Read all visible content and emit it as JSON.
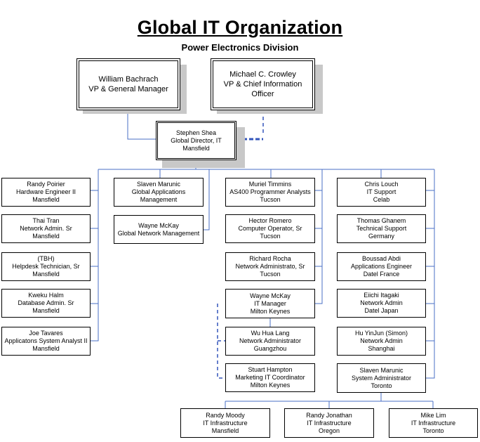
{
  "title": "Global IT Organization",
  "subtitle": "Power Electronics Division",
  "nodes": {
    "bachrach": [
      "William Bachrach",
      "VP & General Manager"
    ],
    "crowley": [
      "Michael C. Crowley",
      "VP & Chief Information",
      "Officer"
    ],
    "shea": [
      "Stephen Shea",
      "Global Director, IT",
      "Mansfield"
    ],
    "poirier": [
      "Randy Poirier",
      "Hardware Engineer II",
      "Mansfield"
    ],
    "tran": [
      "Thai Tran",
      "Network Admin. Sr",
      "Mansfield"
    ],
    "tbh": [
      "(TBH)",
      "Helpdesk Technician, Sr",
      "Mansfield"
    ],
    "halm": [
      "Kweku Halm",
      "Database Admin. Sr",
      "Mansfield"
    ],
    "tavares": [
      "Joe Tavares",
      "Applicatons System Analyst II",
      "Mansfield"
    ],
    "marunic_apps": [
      "Slaven Marunic",
      "Global Applications",
      "Management"
    ],
    "mckay_net": [
      "Wayne McKay",
      "Global Network Management"
    ],
    "timmins": [
      "Muriel Timmins",
      "AS400 Programmer Analysts",
      "Tucson"
    ],
    "romero": [
      "Hector Romero",
      "Computer Operator, Sr",
      "Tucson"
    ],
    "rocha": [
      "Richard Rocha",
      "Network Administrato, Sr",
      "Tucson"
    ],
    "mckay_itm": [
      "Wayne McKay",
      "IT Manager",
      "Milton Keynes"
    ],
    "lang": [
      "Wu Hua Lang",
      "Network Administrator",
      "Guangzhou"
    ],
    "hampton": [
      "Stuart Hampton",
      "Marketing IT Coordinator",
      "Milton Keynes"
    ],
    "louch": [
      "Chris Louch",
      "IT Support",
      "Celab"
    ],
    "ghanem": [
      "Thomas Ghanem",
      "Technical Support",
      "Germany"
    ],
    "abdi": [
      "Boussad Abdi",
      "Applications Engineer",
      "Datel France"
    ],
    "itagaki": [
      "Eiichi Itagaki",
      "Network Admin",
      "Datel Japan"
    ],
    "huyinjun": [
      "Hu YinJun (Simon)",
      "Network Admin",
      "Shanghai"
    ],
    "marunic_sys": [
      "Slaven Marunic",
      "System Administrator",
      "Toronto"
    ],
    "moody": [
      "Randy Moody",
      "IT Infrastructure",
      "Mansfield"
    ],
    "jonathan": [
      "Randy Jonathan",
      "IT Infrastructure",
      "Oregon"
    ],
    "lim": [
      "Mike Lim",
      "IT Infrastructure",
      "Toronto"
    ]
  },
  "colors": {
    "line": "#4a6fc6",
    "dashed": "#3355bb",
    "shadow": "#c8c8c8"
  }
}
